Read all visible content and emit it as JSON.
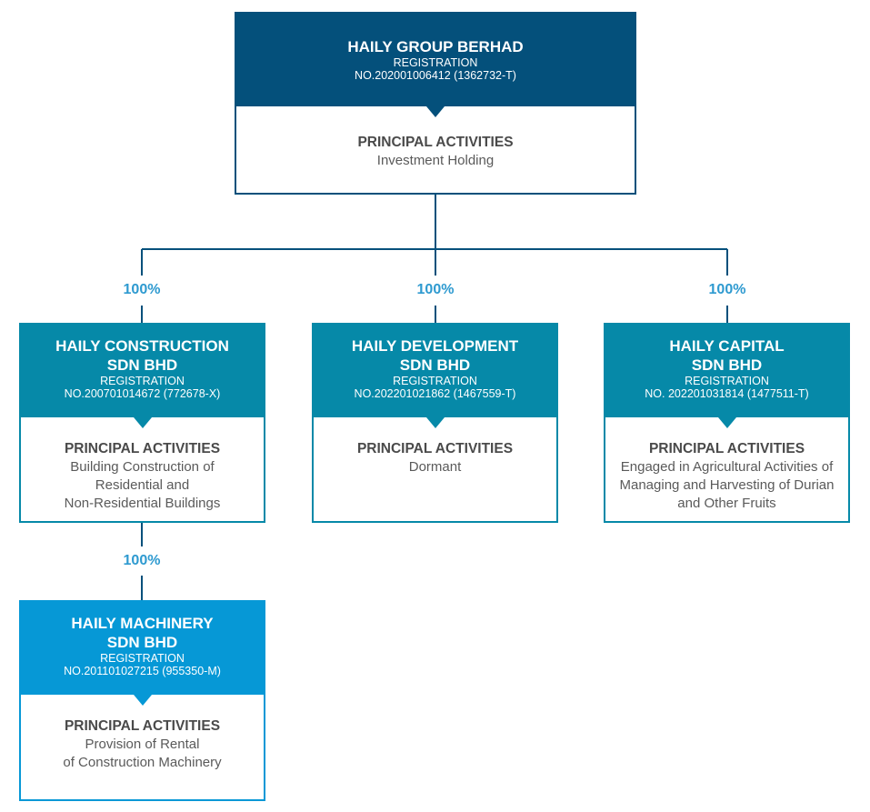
{
  "colors": {
    "parent_header": "#04507b",
    "subsidiary_header": "#0689a8",
    "machinery_header": "#0698d6",
    "line": "#04507b",
    "percent_text": "#2e9ad0"
  },
  "parent": {
    "name": "HAILY GROUP BERHAD",
    "registration_label": "REGISTRATION",
    "registration_no": "NO.202001006412 (1362732-T)",
    "activities_title": "PRINCIPAL ACTIVITIES",
    "activities": [
      "Investment Holding"
    ]
  },
  "subsidiaries": [
    {
      "ownership": "100%",
      "name_line1": "HAILY CONSTRUCTION",
      "name_line2": "SDN BHD",
      "registration_label": "REGISTRATION",
      "registration_no": "NO.200701014672 (772678-X)",
      "activities_title": "PRINCIPAL ACTIVITIES",
      "activities": [
        "Building Construction of",
        "Residential and",
        "Non-Residential Buildings"
      ]
    },
    {
      "ownership": "100%",
      "name_line1": "HAILY DEVELOPMENT",
      "name_line2": "SDN BHD",
      "registration_label": "REGISTRATION",
      "registration_no": "NO.202201021862 (1467559-T)",
      "activities_title": "PRINCIPAL ACTIVITIES",
      "activities": [
        "Dormant"
      ]
    },
    {
      "ownership": "100%",
      "name_line1": "HAILY CAPITAL",
      "name_line2": "SDN BHD",
      "registration_label": "REGISTRATION",
      "registration_no": "NO. 202201031814 (1477511-T)",
      "activities_title": "PRINCIPAL ACTIVITIES",
      "activities": [
        "Engaged in Agricultural Activities of",
        "Managing and Harvesting of Durian",
        "and Other Fruits"
      ]
    }
  ],
  "sub_subsidiary": {
    "ownership": "100%",
    "name_line1": "HAILY MACHINERY",
    "name_line2": "SDN BHD",
    "registration_label": "REGISTRATION",
    "registration_no": "NO.201101027215 (955350-M)",
    "activities_title": "PRINCIPAL ACTIVITIES",
    "activities": [
      "Provision of Rental",
      "of Construction Machinery"
    ]
  }
}
